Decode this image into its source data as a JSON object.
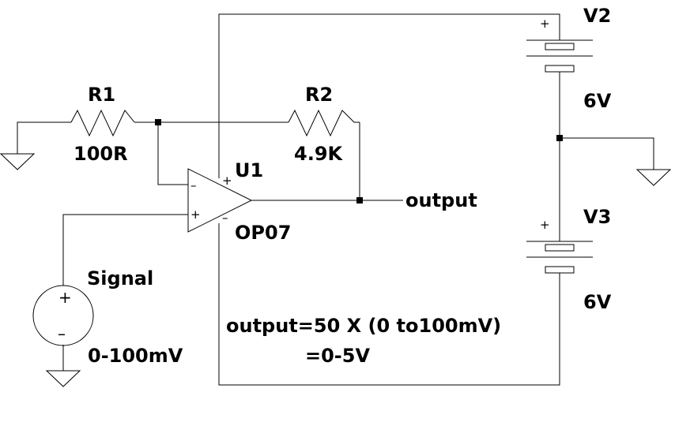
{
  "components": {
    "r1": {
      "ref": "R1",
      "value": "100R"
    },
    "r2": {
      "ref": "R2",
      "value": "4.9K"
    },
    "u1": {
      "ref": "U1",
      "value": "OP07"
    },
    "v2": {
      "ref": "V2",
      "value": "6V"
    },
    "v3": {
      "ref": "V3",
      "value": "6V"
    },
    "signal": {
      "ref": "Signal",
      "value": "0-100mV"
    }
  },
  "net_labels": {
    "output": "output"
  },
  "symbols": {
    "plus": "+",
    "minus": "–"
  },
  "notes": {
    "line1": "output=50 X (0 to100mV)",
    "line2": "=0-5V"
  }
}
